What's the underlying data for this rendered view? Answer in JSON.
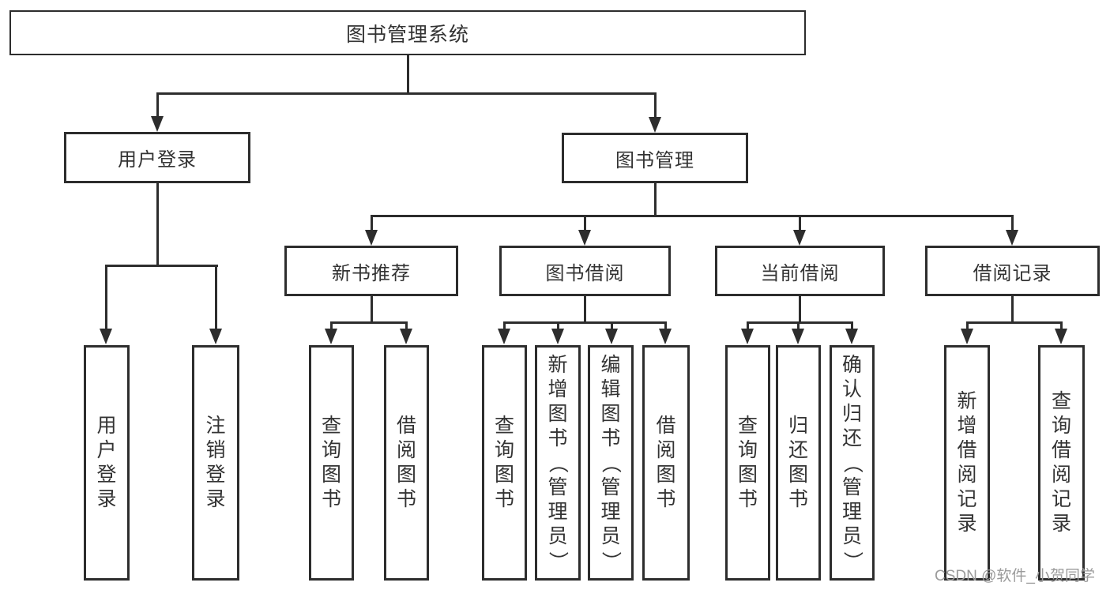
{
  "diagram_title": "图书管理系统",
  "tree": {
    "root": {
      "label": "图书管理系统"
    },
    "level2": [
      {
        "id": "user-login",
        "label": "用户登录",
        "children": [
          "用户登录",
          "注销登录"
        ]
      },
      {
        "id": "book-management",
        "label": "图书管理"
      }
    ],
    "level3": [
      {
        "id": "new-book-recommend",
        "label": "新书推荐",
        "children": [
          "查询图书",
          "借阅图书"
        ]
      },
      {
        "id": "book-borrowing",
        "label": "图书借阅",
        "children": [
          "查询图书",
          "新增图书（管理员）",
          "编辑图书（管理员）",
          "借阅图书"
        ]
      },
      {
        "id": "current-borrowing",
        "label": "当前借阅",
        "children": [
          "查询图书",
          "归还图书",
          "确认归还（管理员）"
        ]
      },
      {
        "id": "borrowing-records",
        "label": "借阅记录",
        "children": [
          "新增借阅记录",
          "查询借阅记录"
        ]
      }
    ]
  },
  "watermark": "CSDN @软件_小贺同学",
  "colors": {
    "background": "#ffffff",
    "line": "#2d2d2d",
    "box_border": "#2d2d2d",
    "text": "#333333",
    "watermark": "#9b9b9b"
  }
}
